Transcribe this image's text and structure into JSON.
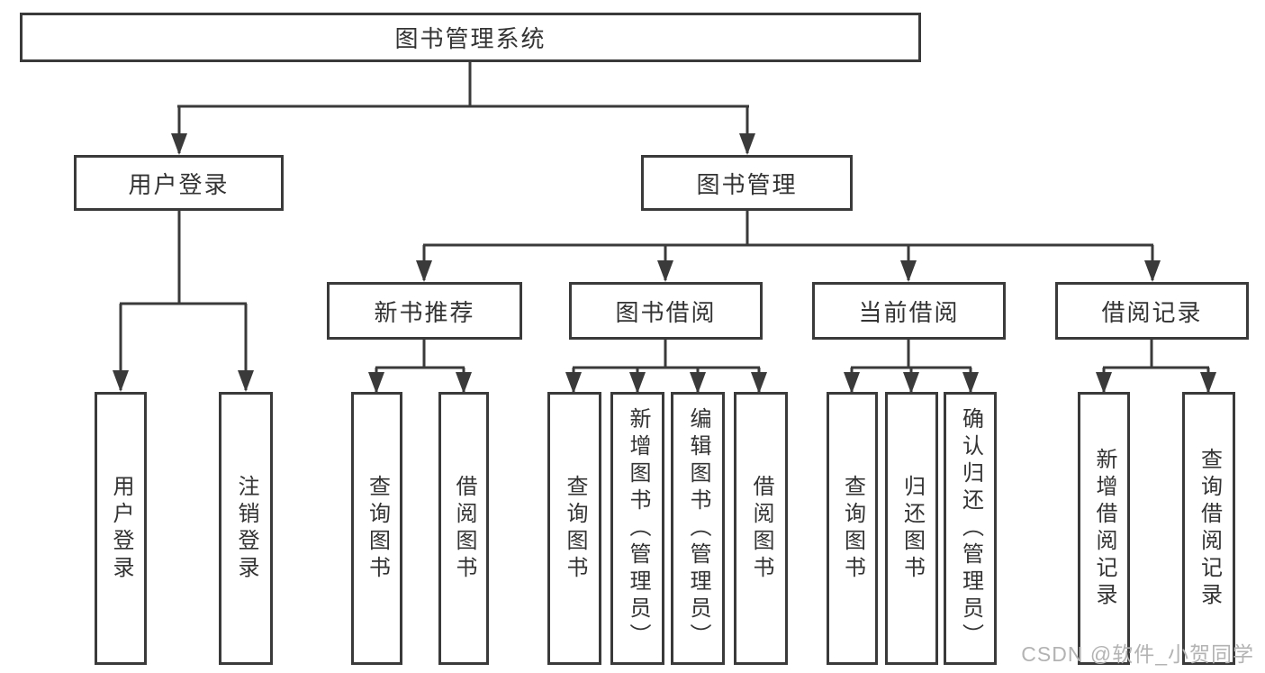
{
  "diagram": {
    "root": {
      "label": "图书管理系统"
    },
    "user_login": {
      "label": "用户登录",
      "children": [
        {
          "label": "用户登录"
        },
        {
          "label": "注销登录"
        }
      ]
    },
    "book_mgmt": {
      "label": "图书管理",
      "children": [
        {
          "label": "新书推荐",
          "children": [
            {
              "label": "查询图书"
            },
            {
              "label": "借阅图书"
            }
          ]
        },
        {
          "label": "图书借阅",
          "children": [
            {
              "label": "查询图书"
            },
            {
              "label": "新增图书（管理员）"
            },
            {
              "label": "编辑图书（管理员）"
            },
            {
              "label": "借阅图书"
            }
          ]
        },
        {
          "label": "当前借阅",
          "children": [
            {
              "label": "查询图书"
            },
            {
              "label": "归还图书"
            },
            {
              "label": "确认归还（管理员）"
            }
          ]
        },
        {
          "label": "借阅记录",
          "children": [
            {
              "label": "新增借阅记录"
            },
            {
              "label": "查询借阅记录"
            }
          ]
        }
      ]
    },
    "line_color": "#3a3a3a",
    "watermark": "CSDN @软件_小贺同学"
  }
}
